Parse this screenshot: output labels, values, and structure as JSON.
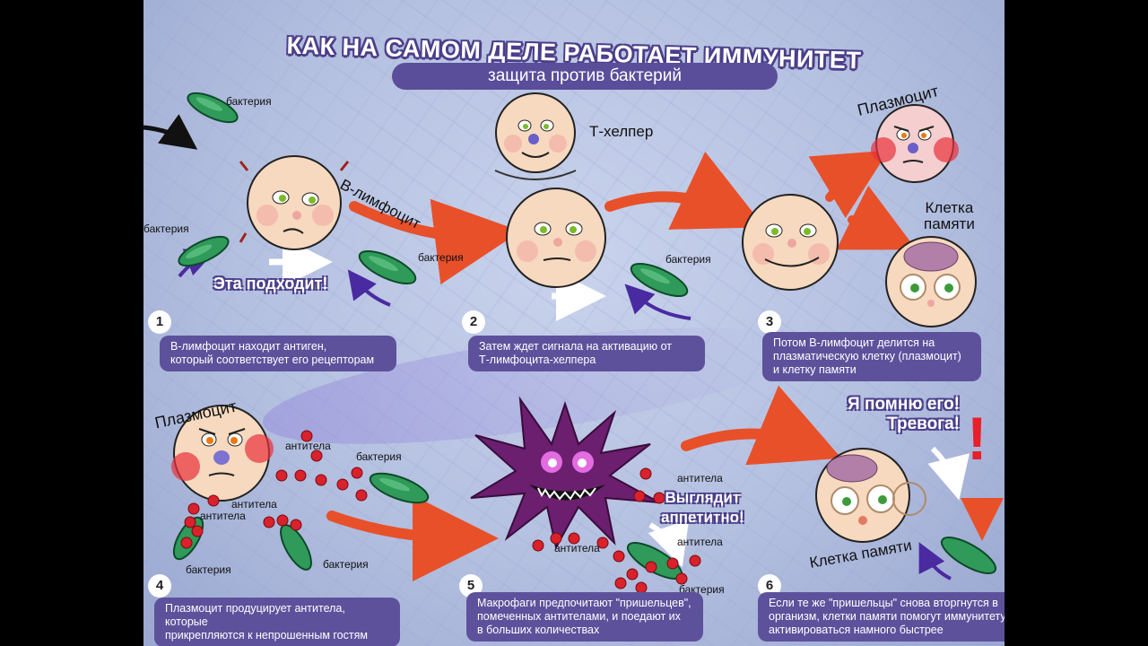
{
  "title": "КАК НА САМОМ ДЕЛЕ РАБОТАЕТ ИММУНИТЕТ",
  "subtitle": "защита против бактерий",
  "labels": {
    "bacteria": "бактерия",
    "antibodies": "антитела",
    "b_lymphocyte": "B-лимфоцит",
    "t_helper": "Т-хелпер",
    "plasmocyte": "Плазмоцит",
    "memory_cell_line1": "Клетка",
    "memory_cell_line2": "памяти",
    "memory_cell": "Клетка памяти"
  },
  "shouts": {
    "fits": "Эта подходит!",
    "remember_line1": "Я помню его!",
    "remember_line2": "Тревога!",
    "tasty_line1": "Выглядит",
    "tasty_line2": "аппетитно!"
  },
  "steps": [
    {
      "number": "1",
      "lines": [
        "B-лимфоцит находит антиген,",
        "который соответствует его рецепторам"
      ]
    },
    {
      "number": "2",
      "lines": [
        "Затем ждет сигнала на активацию от",
        "Т-лимфоцита-хелпера"
      ]
    },
    {
      "number": "3",
      "lines": [
        "Потом B-лимфоцит делится на",
        "плазматическую клетку (плазмоцит)",
        "и клетку памяти"
      ]
    },
    {
      "number": "4",
      "lines": [
        "Плазмоцит продуцирует антитела, которые",
        "прикрепляются к непрошенным гостям"
      ]
    },
    {
      "number": "5",
      "lines": [
        "Макрофаги предпочитают \"пришельцев\",",
        "помеченных антителами, и поедают их",
        "в больших количествах"
      ]
    },
    {
      "number": "6",
      "lines": [
        "Если те же \"пришельцы\" снова вторгнутся в",
        "организм, клетки памяти помогут иммунитету",
        "активироваться намного быстрее"
      ]
    }
  ],
  "exclaim": "!",
  "colors": {
    "background": "#b8c3e3",
    "caption_bg": "#5e519c",
    "arrow": "#e8502a",
    "cell": "#f6d9bf",
    "bacteria": "#2f9a5a",
    "antibody": "#d8222c",
    "macrophage": "#6b1f6e"
  },
  "icons": [
    "b-lymphocyte-cell-icon",
    "t-helper-cell-icon",
    "plasmocyte-cell-icon",
    "memory-cell-icon",
    "macrophage-icon",
    "bacteria-icon",
    "antibody-icon",
    "arrow-icon"
  ]
}
